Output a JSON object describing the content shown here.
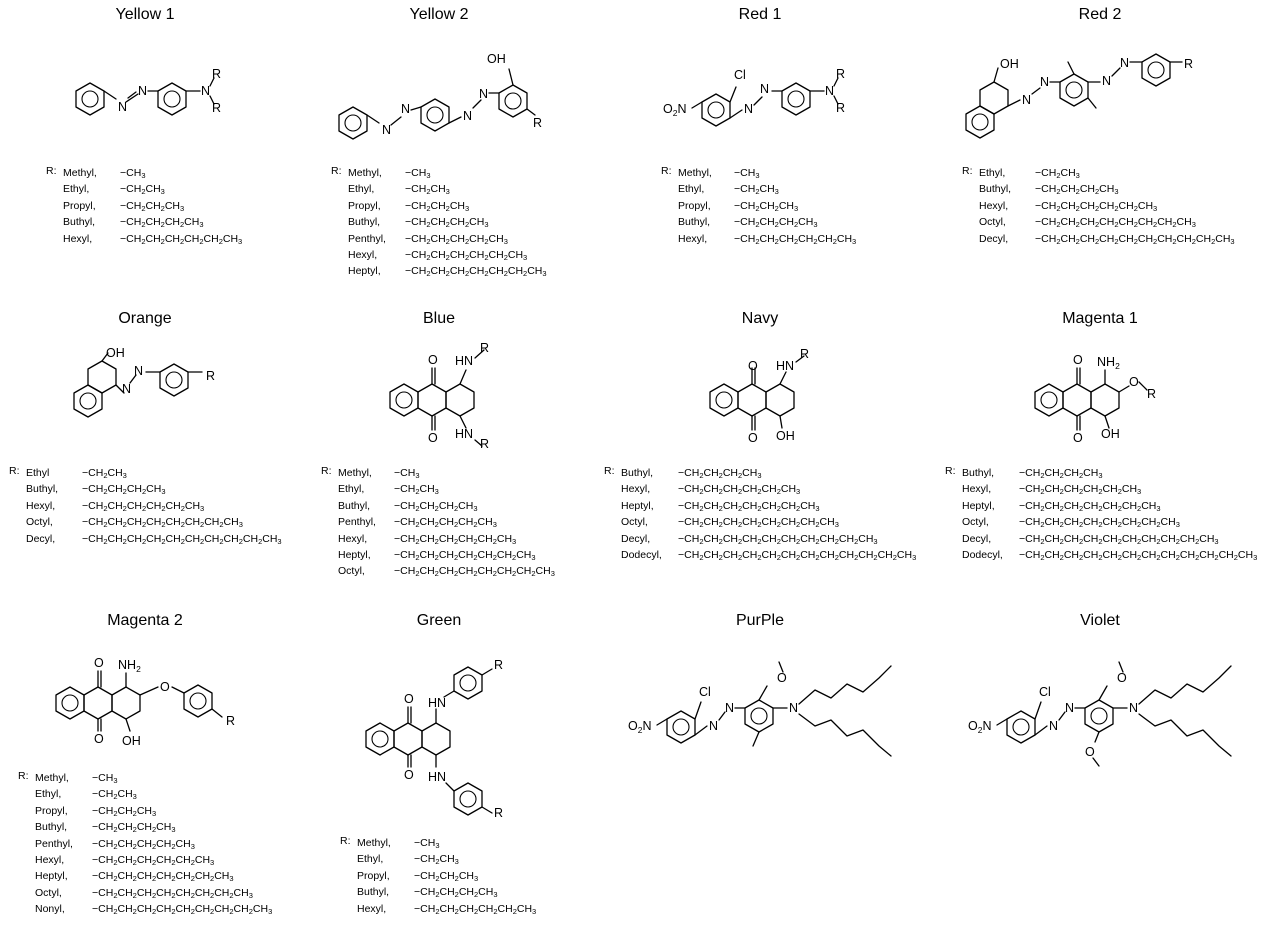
{
  "r_label": "R:",
  "panels": [
    {
      "id": "yellow1",
      "title": "Yellow 1",
      "subs": [
        [
          "Methyl,",
          "−CH3"
        ],
        [
          "Ethyl,",
          "−CH2CH3"
        ],
        [
          "Propyl,",
          "−CH2CH2CH3"
        ],
        [
          "Buthyl,",
          "−CH2CH2CH2CH3"
        ],
        [
          "Hexyl,",
          "−CH2CH2CH2CH2CH2CH3"
        ]
      ]
    },
    {
      "id": "yellow2",
      "title": "Yellow 2",
      "subs": [
        [
          "Methyl,",
          "−CH3"
        ],
        [
          "Ethyl,",
          "−CH2CH3"
        ],
        [
          "Propyl,",
          "−CH2CH2CH3"
        ],
        [
          "Buthyl,",
          "−CH2CH2CH2CH3"
        ],
        [
          "Penthyl,",
          "−CH2CH2CH2CH2CH3"
        ],
        [
          "Hexyl,",
          "−CH2CH2CH2CH2CH2CH3"
        ],
        [
          "Heptyl,",
          "−CH2CH2CH2CH2CH2CH2CH3"
        ]
      ]
    },
    {
      "id": "red1",
      "title": "Red 1",
      "subs": [
        [
          "Methyl,",
          "−CH3"
        ],
        [
          "Ethyl,",
          "−CH2CH3"
        ],
        [
          "Propyl,",
          "−CH2CH2CH3"
        ],
        [
          "Buthyl,",
          "−CH2CH2CH2CH3"
        ],
        [
          "Hexyl,",
          "−CH2CH2CH2CH2CH2CH3"
        ]
      ]
    },
    {
      "id": "red2",
      "title": "Red 2",
      "subs": [
        [
          "Ethyl,",
          "−CH2CH3"
        ],
        [
          "Buthyl,",
          "−CH2CH2CH2CH3"
        ],
        [
          "Hexyl,",
          "−CH2CH2CH2CH2CH2CH3"
        ],
        [
          "Octyl,",
          "−CH2CH2CH2CH2CH2CH2CH2CH3"
        ],
        [
          "Decyl,",
          "−CH2CH2CH2CH2CH2CH2CH2CH2CH2CH3"
        ]
      ]
    },
    {
      "id": "orange",
      "title": "Orange",
      "subs": [
        [
          "Ethyl",
          "−CH2CH3"
        ],
        [
          "Buthyl,",
          "−CH2CH2CH2CH3"
        ],
        [
          "Hexyl,",
          "−CH2CH2CH2CH2CH2CH3"
        ],
        [
          "Octyl,",
          "−CH2CH2CH2CH2CH2CH2CH2CH3"
        ],
        [
          "Decyl,",
          "−CH2CH2CH2CH2CH2CH2CH2CH2CH2CH3"
        ]
      ]
    },
    {
      "id": "blue",
      "title": "Blue",
      "subs": [
        [
          "Methyl,",
          "−CH3"
        ],
        [
          "Ethyl,",
          "−CH2CH3"
        ],
        [
          "Buthyl,",
          "−CH2CH2CH2CH3"
        ],
        [
          "Penthyl,",
          "−CH2CH2CH2CH2CH3"
        ],
        [
          "Hexyl,",
          "−CH2CH2CH2CH2CH2CH3"
        ],
        [
          "Heptyl,",
          "−CH2CH2CH2CH2CH2CH2CH3"
        ],
        [
          "Octyl,",
          "−CH2CH2CH2CH2CH2CH2CH2CH3"
        ]
      ]
    },
    {
      "id": "navy",
      "title": "Navy",
      "subs": [
        [
          "Buthyl,",
          "−CH2CH2CH2CH3"
        ],
        [
          "Hexyl,",
          "−CH2CH2CH2CH2CH2CH3"
        ],
        [
          "Heptyl,",
          "−CH2CH2CH2CH2CH2CH2CH3"
        ],
        [
          "Octyl,",
          "−CH2CH2CH2CH2CH2CH2CH2CH3"
        ],
        [
          "Decyl,",
          "−CH2CH2CH2CH2CH2CH2CH2CH2CH2CH3"
        ],
        [
          "Dodecyl,",
          "−CH2CH2CH2CH2CH2CH2CH2CH2CH2CH2CH2CH3"
        ]
      ]
    },
    {
      "id": "magenta1",
      "title": "Magenta 1",
      "subs": [
        [
          "Buthyl,",
          "−CH2CH2CH2CH3"
        ],
        [
          "Hexyl,",
          "−CH2CH2CH2CH2CH2CH3"
        ],
        [
          "Heptyl,",
          "−CH2CH2CH2CH2CH2CH2CH3"
        ],
        [
          "Octyl,",
          "−CH2CH2CH2CH2CH2CH2CH2CH3"
        ],
        [
          "Decyl,",
          "−CH2CH2CH2CH2CH2CH2CH2CH2CH2CH3"
        ],
        [
          "Dodecyl,",
          "−CH2CH2CH2CH2CH2CH2CH2CH2CH2CH2CH2CH3"
        ]
      ]
    },
    {
      "id": "magenta2",
      "title": "Magenta 2",
      "subs": [
        [
          "Methyl,",
          "−CH3"
        ],
        [
          "Ethyl,",
          "−CH2CH3"
        ],
        [
          "Propyl,",
          "−CH2CH2CH3"
        ],
        [
          "Buthyl,",
          "−CH2CH2CH2CH3"
        ],
        [
          "Penthyl,",
          "−CH2CH2CH2CH2CH3"
        ],
        [
          "Hexyl,",
          "−CH2CH2CH2CH2CH2CH3"
        ],
        [
          "Heptyl,",
          "−CH2CH2CH2CH2CH2CH2CH3"
        ],
        [
          "Octyl,",
          "−CH2CH2CH2CH2CH2CH2CH2CH3"
        ],
        [
          "Nonyl,",
          "−CH2CH2CH2CH2CH2CH2CH2CH2CH3"
        ]
      ]
    },
    {
      "id": "green",
      "title": "Green",
      "subs": [
        [
          "Methyl,",
          "−CH3"
        ],
        [
          "Ethyl,",
          "−CH2CH3"
        ],
        [
          "Propyl,",
          "−CH2CH2CH3"
        ],
        [
          "Buthyl,",
          "−CH2CH2CH2CH3"
        ],
        [
          "Hexyl,",
          "−CH2CH2CH2CH2CH2CH3"
        ]
      ]
    },
    {
      "id": "purple",
      "title": "PurPle",
      "subs": []
    },
    {
      "id": "violet",
      "title": "Violet",
      "subs": []
    }
  ],
  "atoms": {
    "r": "R",
    "oh": "OH",
    "cl": "Cl",
    "n": "N",
    "o": "O",
    "hn": "HN",
    "nh2": "NH2",
    "o2n": "O2N"
  }
}
